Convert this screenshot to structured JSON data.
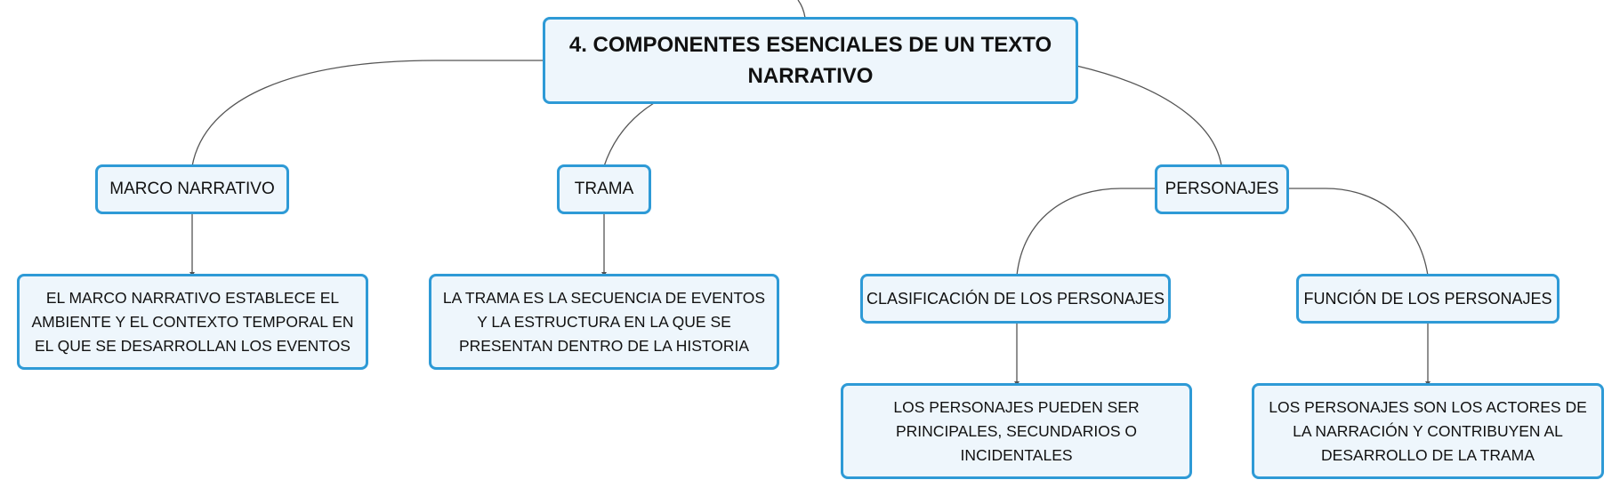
{
  "map": {
    "root": {
      "label": "4. COMPONENTES ESENCIALES DE UN TEXTO NARRATIVO"
    },
    "branches": {
      "marco": {
        "label": "MARCO NARRATIVO",
        "detail": "EL MARCO NARRATIVO ESTABLECE EL AMBIENTE Y EL CONTEXTO TEMPORAL EN EL QUE SE DESARROLLAN LOS EVENTOS"
      },
      "trama": {
        "label": "TRAMA",
        "detail": "LA TRAMA ES LA SECUENCIA DE EVENTOS Y LA ESTRUCTURA EN LA QUE SE PRESENTAN DENTRO DE LA HISTORIA"
      },
      "personajes": {
        "label": "PERSONAJES",
        "clasificacion": {
          "label": "CLASIFICACIÓN DE LOS PERSONAJES",
          "detail": "LOS PERSONAJES PUEDEN SER PRINCIPALES, SECUNDARIOS O INCIDENTALES"
        },
        "funcion": {
          "label": "FUNCIÓN DE LOS PERSONAJES",
          "detail": "LOS PERSONAJES SON LOS ACTORES DE LA NARRACIÓN Y CONTRIBUYEN AL DESARROLLO DE LA TRAMA"
        }
      }
    }
  },
  "colors": {
    "node_border": "#2e9ad6",
    "node_fill": "#eef6fc",
    "connector": "#555555"
  }
}
